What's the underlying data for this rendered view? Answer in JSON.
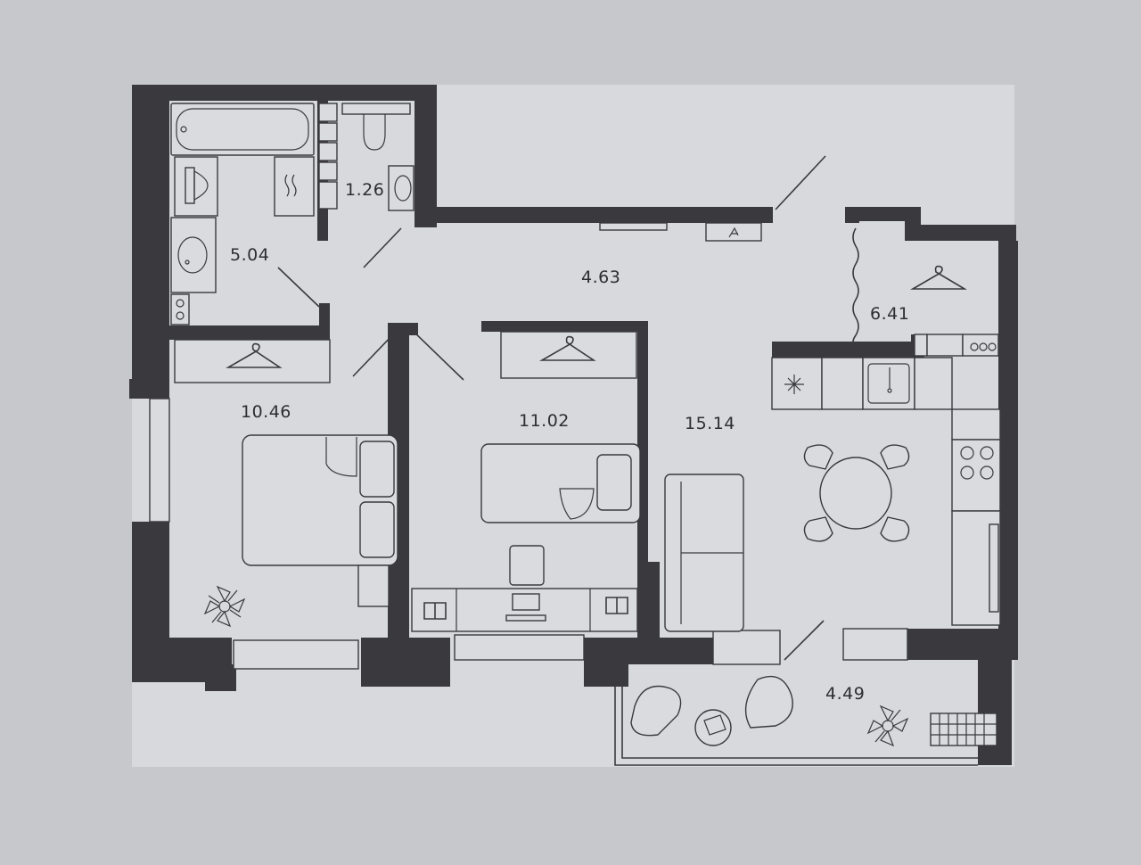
{
  "rooms": [
    {
      "id": "bathroom",
      "area": "5.04"
    },
    {
      "id": "toilet",
      "area": "1.26"
    },
    {
      "id": "hallway",
      "area": "4.63"
    },
    {
      "id": "wardrobe",
      "area": "6.41"
    },
    {
      "id": "bedroom-1",
      "area": "10.46"
    },
    {
      "id": "bedroom-2",
      "area": "11.02"
    },
    {
      "id": "kitchen-living",
      "area": "15.14"
    },
    {
      "id": "balcony",
      "area": "4.49"
    }
  ],
  "colors": {
    "paper": "#c6c8cc",
    "wall": "#3a3a3e"
  }
}
